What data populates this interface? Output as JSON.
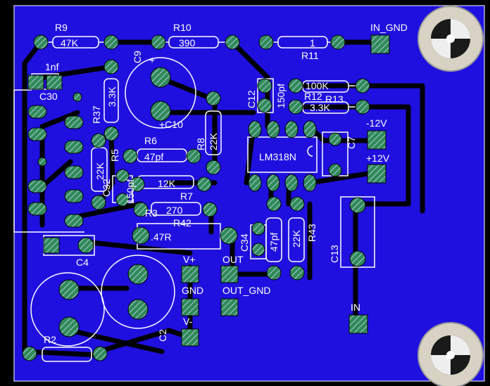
{
  "board": {
    "background_color": "#000000",
    "copper_color": "#1f10e0",
    "trace_color": "#000000",
    "pad_color": "#2e8b57",
    "pad_highlight_color": "#b0c4de",
    "silk_color": "#ffffff"
  },
  "labels": {
    "r9": "R9",
    "r9_value": "47K",
    "r10": "R10",
    "r10_value": "390",
    "r11": "R11",
    "r11_value": "1",
    "in_gnd": "IN_GND",
    "c9": "C9",
    "c9_plus": "+",
    "c30_value": "1nf",
    "c30": "C30",
    "r37": "R37",
    "r37_value": "3.3K",
    "c12": "C12",
    "c12_value": "150pf",
    "r12_value": "100K",
    "r12": "R12",
    "r13": "R13",
    "r13_value": "3.3K",
    "c10": "+C10",
    "r6": "R6",
    "r6_value": "47pf",
    "r8": "R8",
    "r8_value": "22K",
    "r5": "R5",
    "r5_value": "22K",
    "c32_value": "150pf",
    "c32": "C32",
    "r_12k": "12K",
    "r7": "R7",
    "r_270": "270",
    "r3": "R3",
    "r42": "R42",
    "r42_value": ".47R",
    "lm318": "LM318N",
    "minus12": "-12V",
    "plus12": "+12V",
    "c7": "C7",
    "c34": "C34",
    "c34_value": "47pf",
    "r44_value": "22K",
    "r43": "R43",
    "c13": "C13",
    "c4": "C4",
    "vplus": "V+",
    "out": "OUT",
    "gnd": "GND",
    "out_gnd": "OUT_GND",
    "vminus": "V-",
    "c2": "C2",
    "in": "IN",
    "r2": "R2"
  }
}
